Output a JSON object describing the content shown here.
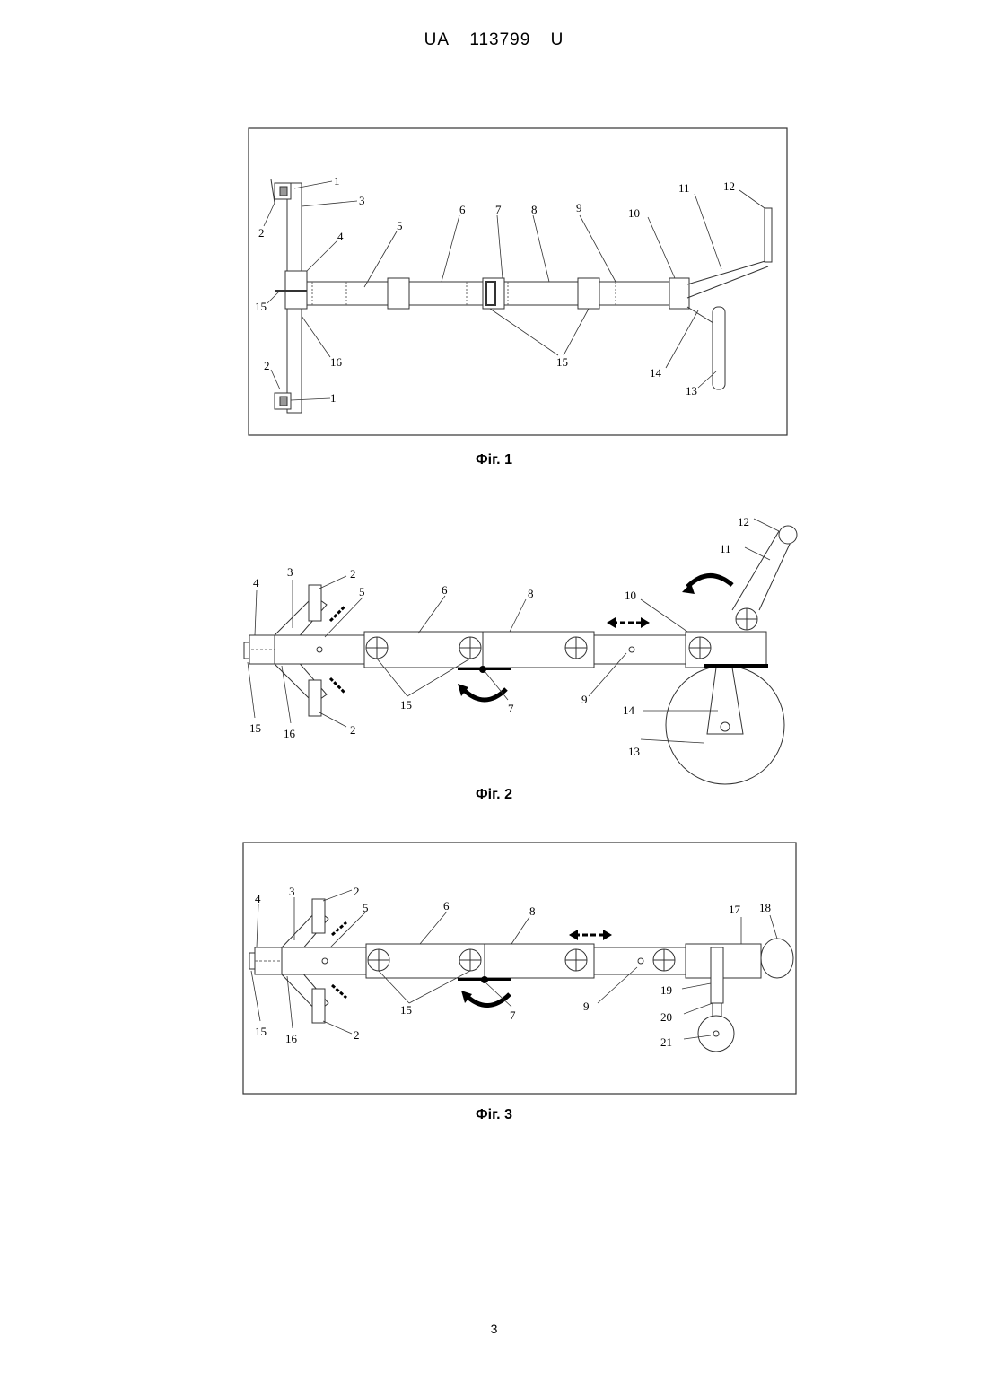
{
  "header": {
    "country": "UA",
    "number": "113799",
    "kind": "U"
  },
  "figures": [
    {
      "caption": "Фіг. 1",
      "labels": [
        "1",
        "3",
        "2",
        "4",
        "5",
        "6",
        "7",
        "8",
        "9",
        "10",
        "11",
        "12",
        "15",
        "16",
        "15",
        "14",
        "13",
        "2",
        "1"
      ]
    },
    {
      "caption": "Фіг. 2",
      "labels": [
        "4",
        "3",
        "2",
        "5",
        "6",
        "8",
        "10",
        "12",
        "11",
        "15",
        "16",
        "2",
        "15",
        "7",
        "9",
        "14",
        "13"
      ]
    },
    {
      "caption": "Фіг. 3",
      "labels": [
        "4",
        "3",
        "2",
        "5",
        "6",
        "8",
        "17",
        "18",
        "15",
        "16",
        "2",
        "15",
        "7",
        "9",
        "19",
        "20",
        "21"
      ]
    }
  ],
  "page_number": "3"
}
